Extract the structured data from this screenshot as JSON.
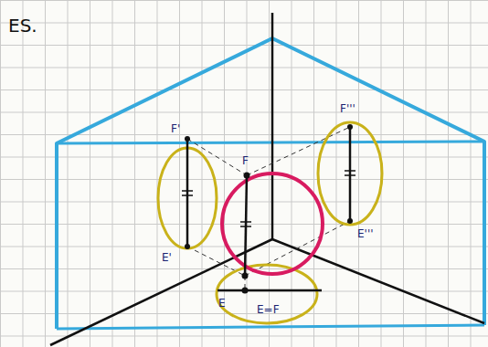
{
  "diagram": {
    "title": "ES.",
    "labels": [
      "F'",
      "E'",
      "F",
      "F'''",
      "E'''",
      "E",
      "E=F"
    ]
  }
}
